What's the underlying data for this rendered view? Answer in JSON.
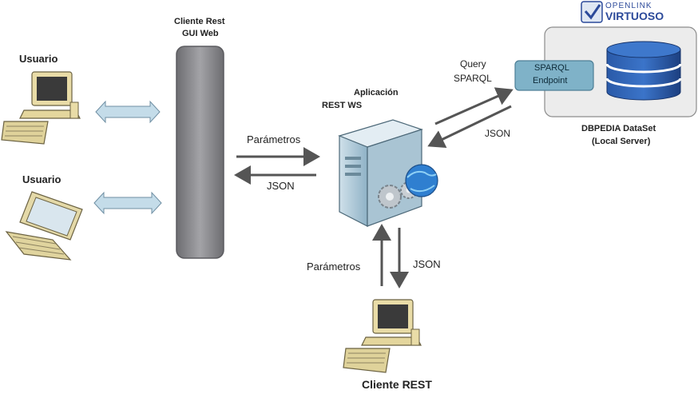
{
  "labels": {
    "user1": "Usuario",
    "user2": "Usuario",
    "gui_line1": "Cliente Rest",
    "gui_line2": "GUI Web",
    "app_line1": "Aplicación",
    "app_line2": "REST WS",
    "params_left": "Parámetros",
    "json_left": "JSON",
    "query_line1": "Query",
    "query_line2": "SPARQL",
    "json_right": "JSON",
    "endpoint_line1": "SPARQL",
    "endpoint_line2": "Endpoint",
    "dbpedia_line1": "DBPEDIA DataSet",
    "dbpedia_line2": "(Local Server)",
    "params_bottom": "Parámetros",
    "json_bottom": "JSON",
    "client_rest": "Cliente REST"
  },
  "logo": {
    "line1": "OPENLINK",
    "line2": "VIRTUOSO"
  },
  "colors": {
    "arrow": "#555555",
    "bar": "#8c8c90",
    "double_arrow": "#b8d4e3",
    "endpoint": "#7fb0c6",
    "db": "#1f4e9a",
    "server_box": "#e8e8e8",
    "logo_blue": "#2c4a9a"
  }
}
